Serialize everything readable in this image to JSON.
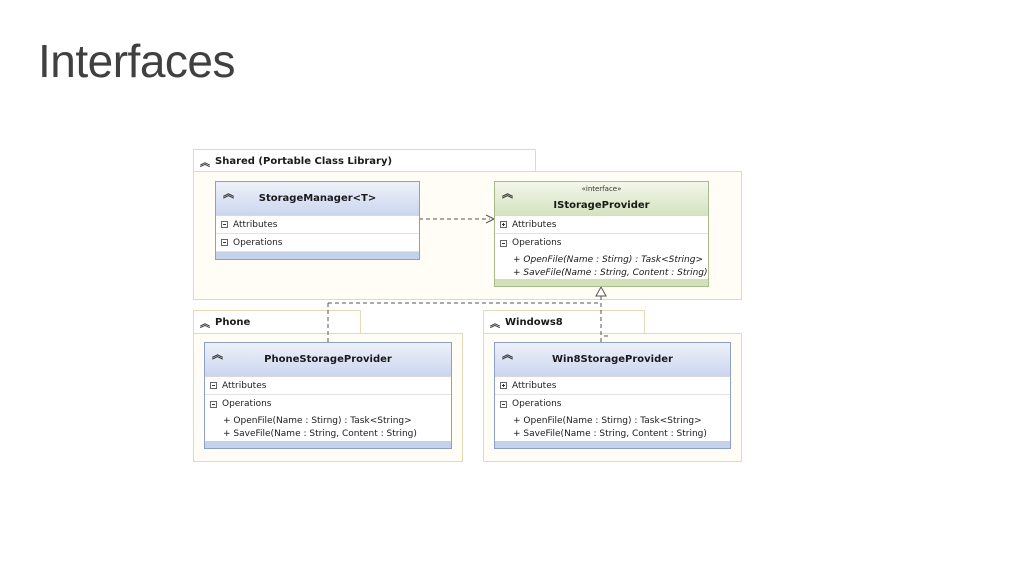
{
  "slide": {
    "title": "Interfaces"
  },
  "packages": {
    "shared": {
      "label": "Shared (Portable Class Library)"
    },
    "phone": {
      "label": "Phone"
    },
    "windows8": {
      "label": "Windows8"
    }
  },
  "classes": {
    "storage_manager": {
      "name": "StorageManager<T>",
      "sections": {
        "attributes": "Attributes",
        "operations": "Operations"
      },
      "operations": []
    },
    "istorage_provider": {
      "stereotype": "«interface»",
      "name": "IStorageProvider",
      "sections": {
        "attributes": "Attributes",
        "operations": "Operations"
      },
      "operations": [
        "+ OpenFile(Name : Stirng) : Task<String>",
        "+ SaveFile(Name : String, Content : String)"
      ]
    },
    "phone_storage_provider": {
      "name": "PhoneStorageProvider",
      "sections": {
        "attributes": "Attributes",
        "operations": "Operations"
      },
      "operations": [
        "+ OpenFile(Name : Stirng) : Task<String>",
        "+ SaveFile(Name : String, Content : String)"
      ]
    },
    "win8_storage_provider": {
      "name": "Win8StorageProvider",
      "sections": {
        "attributes": "Attributes",
        "operations": "Operations"
      },
      "operations": [
        "+ OpenFile(Name : Stirng) : Task<String>",
        "+ SaveFile(Name : String, Content : String)"
      ]
    }
  },
  "colors": {
    "class_header": "#cbd6ef",
    "interface_header": "#d4e3c0",
    "package_fill": "#fffdf6",
    "package_border": "#e8d8b8"
  }
}
